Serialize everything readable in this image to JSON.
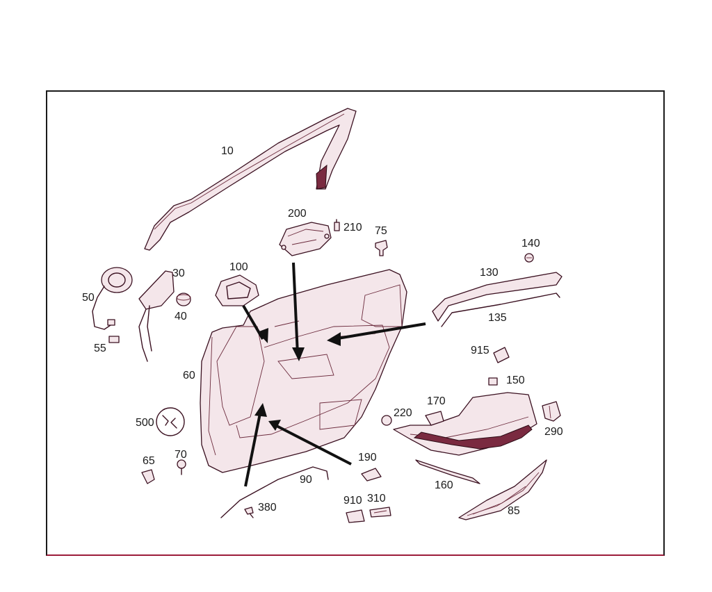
{
  "diagram": {
    "accent_color": "#9b1b3a",
    "line_color": "#3a1020",
    "callouts": {
      "c10": "10",
      "c200": "200",
      "c210": "210",
      "c75": "75",
      "c140": "140",
      "c30": "30",
      "c100": "100",
      "c130": "130",
      "c50": "50",
      "c40": "40",
      "c135": "135",
      "c55": "55",
      "c915": "915",
      "c60": "60",
      "c150": "150",
      "c170": "170",
      "c220": "220",
      "c500": "500",
      "c290": "290",
      "c65": "65",
      "c70": "70",
      "c190": "190",
      "c90": "90",
      "c160": "160",
      "c910": "910",
      "c310": "310",
      "c380": "380",
      "c85": "85"
    }
  }
}
